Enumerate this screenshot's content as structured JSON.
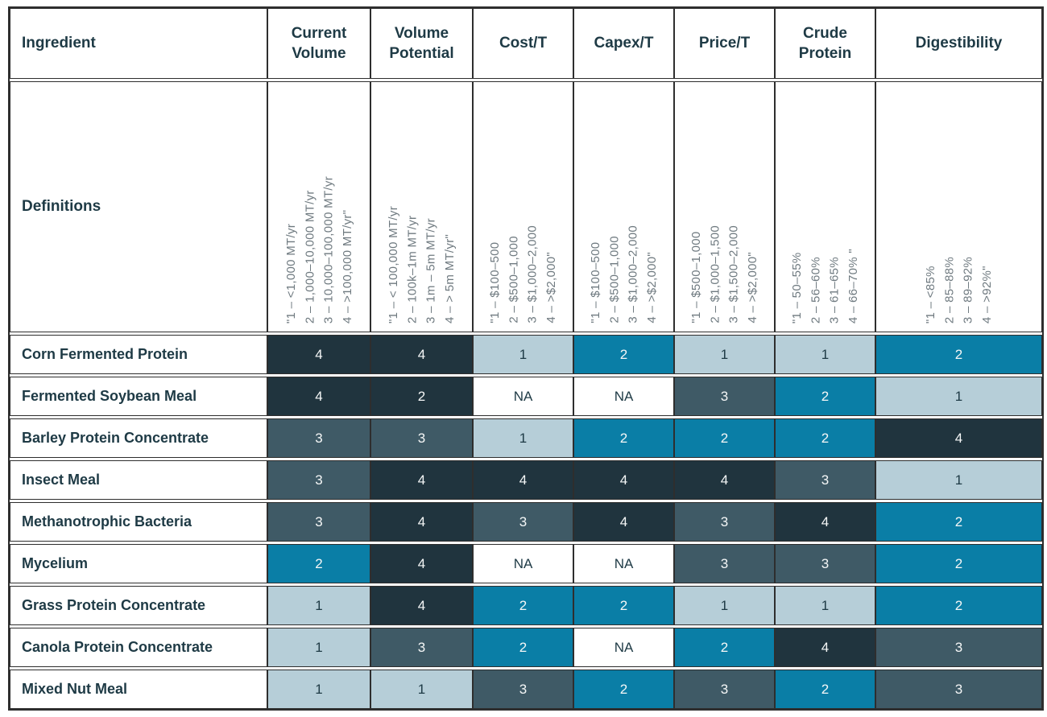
{
  "chart_data": {
    "type": "table",
    "definitions_row_label": "Definitions",
    "columns": [
      {
        "label": "Ingredient"
      },
      {
        "label": "Current Volume",
        "definition": "\"1 – <1,000 MT/yr\n2 – 1,000–10,000 MT/yr\n3 – 10,000–100,000 MT/yr\n4 – >100,000 MT/yr\""
      },
      {
        "label": "Volume Potential",
        "definition": "\"1 – < 100,000 MT/yr\n2 – 100k–1m MT/yr\n3 – 1m – 5m MT/yr\n4 – > 5m MT/yr\""
      },
      {
        "label": "Cost/T",
        "definition": "\"1 – $100–500\n2 – $500–1,000\n3 – $1,000–2,000\n4 – >$2,000\""
      },
      {
        "label": "Capex/T",
        "definition": "\"1 – $100–500\n2 – $500–1,000\n3 – $1,000–2,000\n4 – >$2,000\""
      },
      {
        "label": "Price/T",
        "definition": "\"1 – $500–1,000\n2 – $1,000–1,500\n3 – $1,500–2,000\n4 – >$2,000\""
      },
      {
        "label": "Crude Protein",
        "definition": "\"1 – 50–55%\n2 – 56–60%\n3 – 61–65%\n4 – 66–70% \""
      },
      {
        "label": "Digestibility",
        "definition": "\"1 – <85%\n2 – 85–88%\n3 – 89–92%\n4 – >92%\""
      }
    ],
    "rows": [
      {
        "ingredient": "Corn Fermented Protein",
        "cells": [
          {
            "v": "4",
            "k": "s4"
          },
          {
            "v": "4",
            "k": "s4"
          },
          {
            "v": "1",
            "k": "s1"
          },
          {
            "v": "2",
            "k": "s2"
          },
          {
            "v": "1",
            "k": "s1"
          },
          {
            "v": "1",
            "k": "s1"
          },
          {
            "v": "2",
            "k": "s2"
          }
        ]
      },
      {
        "ingredient": "Fermented Soybean Meal",
        "cells": [
          {
            "v": "4",
            "k": "s4"
          },
          {
            "v": "2",
            "k": "s4"
          },
          {
            "v": "NA",
            "k": "na"
          },
          {
            "v": "NA",
            "k": "na"
          },
          {
            "v": "3",
            "k": "s3"
          },
          {
            "v": "2",
            "k": "s2"
          },
          {
            "v": "1",
            "k": "s1"
          }
        ]
      },
      {
        "ingredient": "Barley Protein Concentrate",
        "cells": [
          {
            "v": "3",
            "k": "s3"
          },
          {
            "v": "3",
            "k": "s3"
          },
          {
            "v": "1",
            "k": "s1"
          },
          {
            "v": "2",
            "k": "s2"
          },
          {
            "v": "2",
            "k": "s2"
          },
          {
            "v": "2",
            "k": "s2"
          },
          {
            "v": "4",
            "k": "s4"
          }
        ]
      },
      {
        "ingredient": "Insect Meal",
        "cells": [
          {
            "v": "3",
            "k": "s3"
          },
          {
            "v": "4",
            "k": "s4"
          },
          {
            "v": "4",
            "k": "s4"
          },
          {
            "v": "4",
            "k": "s4"
          },
          {
            "v": "4",
            "k": "s4"
          },
          {
            "v": "3",
            "k": "s3"
          },
          {
            "v": "1",
            "k": "s1"
          }
        ]
      },
      {
        "ingredient": "Methanotrophic Bacteria",
        "cells": [
          {
            "v": "3",
            "k": "s3"
          },
          {
            "v": "4",
            "k": "s4"
          },
          {
            "v": "3",
            "k": "s3"
          },
          {
            "v": "4",
            "k": "s4"
          },
          {
            "v": "3",
            "k": "s3"
          },
          {
            "v": "4",
            "k": "s4"
          },
          {
            "v": "2",
            "k": "s2"
          }
        ]
      },
      {
        "ingredient": "Mycelium",
        "cells": [
          {
            "v": "2",
            "k": "s2"
          },
          {
            "v": "4",
            "k": "s4"
          },
          {
            "v": "NA",
            "k": "na"
          },
          {
            "v": "NA",
            "k": "na"
          },
          {
            "v": "3",
            "k": "s3"
          },
          {
            "v": "3",
            "k": "s3"
          },
          {
            "v": "2",
            "k": "s2"
          }
        ]
      },
      {
        "ingredient": "Grass Protein Concentrate",
        "cells": [
          {
            "v": "1",
            "k": "s1"
          },
          {
            "v": "4",
            "k": "s4"
          },
          {
            "v": "2",
            "k": "s2"
          },
          {
            "v": "2",
            "k": "s2"
          },
          {
            "v": "1",
            "k": "s1"
          },
          {
            "v": "1",
            "k": "s1"
          },
          {
            "v": "2",
            "k": "s2"
          }
        ]
      },
      {
        "ingredient": "Canola Protein Concentrate",
        "cells": [
          {
            "v": "1",
            "k": "s1"
          },
          {
            "v": "3",
            "k": "s3"
          },
          {
            "v": "2",
            "k": "s2"
          },
          {
            "v": "NA",
            "k": "na"
          },
          {
            "v": "2",
            "k": "s2"
          },
          {
            "v": "4",
            "k": "s4"
          },
          {
            "v": "3",
            "k": "s3"
          }
        ]
      },
      {
        "ingredient": "Mixed Nut Meal",
        "cells": [
          {
            "v": "1",
            "k": "s1"
          },
          {
            "v": "1",
            "k": "s1"
          },
          {
            "v": "3",
            "k": "s3"
          },
          {
            "v": "2",
            "k": "s2"
          },
          {
            "v": "3",
            "k": "s3"
          },
          {
            "v": "2",
            "k": "s2"
          },
          {
            "v": "3",
            "k": "s3"
          }
        ]
      }
    ],
    "score_colors": {
      "s1": "#b6ced8",
      "s2": "#0a7ea6",
      "s3": "#3f5a66",
      "s4": "#20343e",
      "na": "#ffffff"
    },
    "text_colors": {
      "dark": "#1e3a45",
      "light": "#f5f7f7",
      "definition": "#6f7a80"
    }
  }
}
